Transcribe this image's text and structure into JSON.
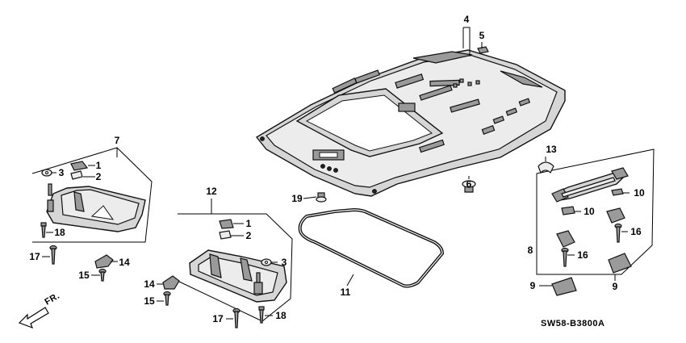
{
  "diagram": {
    "ref_code": "SW58-B3800A",
    "direction_label": "FR.",
    "callouts": {
      "c1a": "1",
      "c2a": "2",
      "c3a": "3",
      "c7": "7",
      "c18a": "18",
      "c17a": "17",
      "c14a": "14",
      "c15a": "15",
      "c4": "4",
      "c5": "5",
      "c6": "6",
      "c19": "19",
      "c12": "12",
      "c1b": "1",
      "c2b": "2",
      "c3b": "3",
      "c14b": "14",
      "c15b": "15",
      "c17b": "17",
      "c18b": "18",
      "c11": "11",
      "c13": "13",
      "c10a": "10",
      "c10b": "10",
      "c8": "8",
      "c16a": "16",
      "c16b": "16",
      "c9a": "9",
      "c9b": "9"
    }
  },
  "colors": {
    "line": "#000000",
    "part_fill": "#d6d6d6",
    "background": "#ffffff"
  }
}
